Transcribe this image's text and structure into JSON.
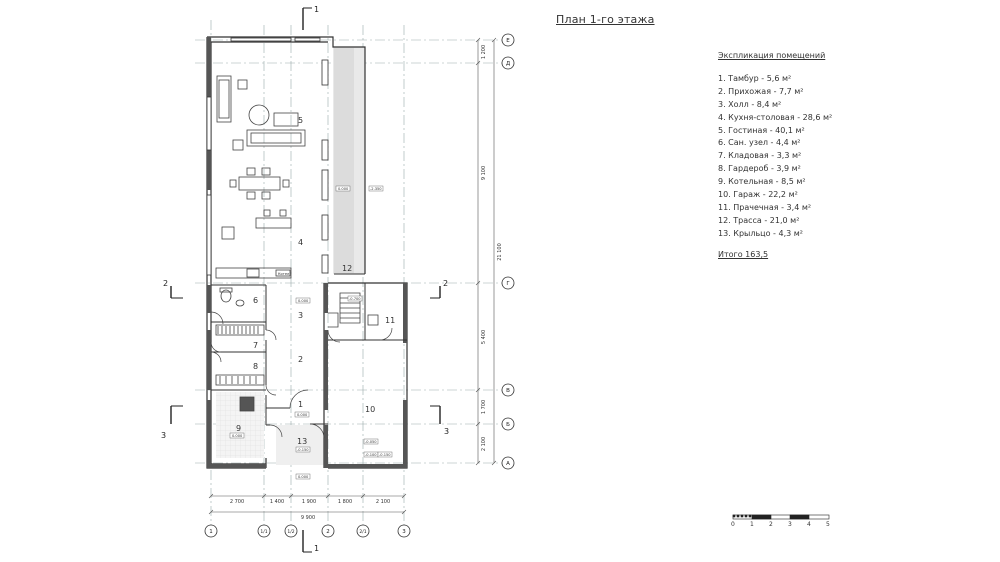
{
  "sheet_title": "План 1-го этажа",
  "legend": {
    "title": "Экспликация помещений",
    "items": [
      "1. Тамбур - 5,6 м²",
      "2. Прихожая - 7,7 м²",
      "3. Холл - 8,4 м²",
      "4. Кухня-столовая - 28,6 м²",
      "5. Гостиная - 40,1 м²",
      "6. Сан. узел - 4,4 м²",
      "7. Кладовая - 3,3 м²",
      "8. Гардероб - 3,9 м²",
      "9. Котельная - 8,5 м²",
      "10. Гараж - 22,2 м²",
      "11. Прачечная - 3,4 м²",
      "12. Трасса - 21,0 м²",
      "13. Крыльцо - 4,3 м²"
    ],
    "total": "Итого 163,5"
  },
  "room_numbers": [
    "1",
    "2",
    "3",
    "4",
    "5",
    "6",
    "7",
    "8",
    "9",
    "10",
    "11",
    "12",
    "13"
  ],
  "grid_axes": {
    "columns": [
      "1",
      "1/1",
      "1/2",
      "2",
      "2/1",
      "3"
    ],
    "rows": [
      "Е",
      "Д",
      "Г",
      "В",
      "Б",
      "А"
    ]
  },
  "dimensions": {
    "bottom_chain": [
      "2 700",
      "1 400",
      "1 900",
      "1 800",
      "2 100"
    ],
    "bottom_total": "9 900",
    "right_chain": [
      "1 200",
      "9 100",
      "5 400",
      "1 700",
      "2 100"
    ],
    "right_total": "21 100"
  },
  "level_marks": [
    "0.000",
    "-2.350",
    "0.000",
    "0.000",
    "-0.700",
    "0.000",
    "-0.150",
    "0.000",
    "-0.050",
    "-0.100",
    "-0.150"
  ],
  "section_marks": {
    "section_1": "1",
    "section_2": "2",
    "section_3": "3"
  },
  "fixture_label": "Котел",
  "scale_bar": {
    "labels": [
      "0",
      "1",
      "2",
      "3",
      "4",
      "5"
    ]
  }
}
